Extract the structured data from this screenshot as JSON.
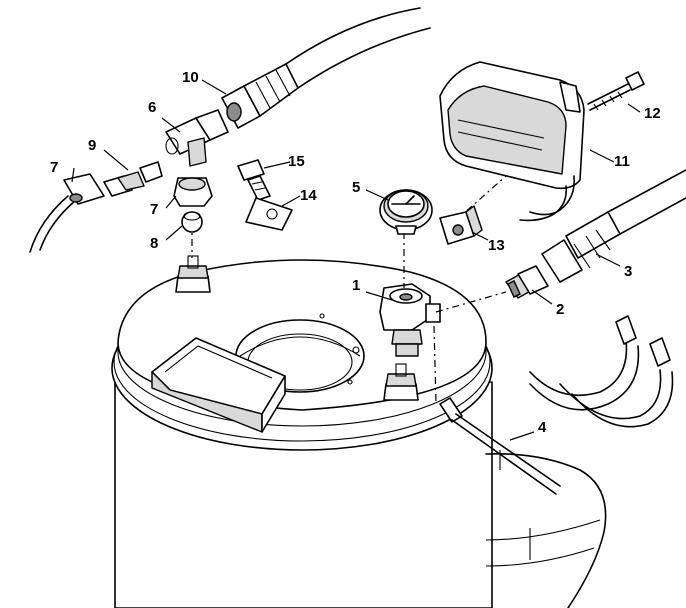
{
  "callouts": [
    "1",
    "2",
    "3",
    "4",
    "5",
    "6",
    "7",
    "7",
    "8",
    "9",
    "10",
    "11",
    "12",
    "13",
    "14",
    "15"
  ]
}
